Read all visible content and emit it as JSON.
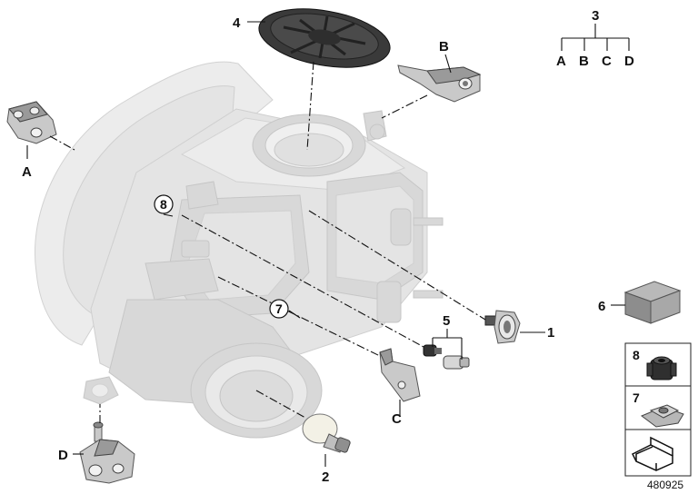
{
  "callouts": {
    "p1": "1",
    "p2": "2",
    "p3": "3",
    "p4": "4",
    "p5": "5",
    "p6": "6",
    "p7": "7",
    "p8": "8",
    "circ7": "7",
    "circ8": "8",
    "A": "A",
    "B": "B",
    "C": "C",
    "D": "D"
  },
  "tree": {
    "root": "3",
    "children": [
      "A",
      "B",
      "C",
      "D"
    ]
  },
  "legend": {
    "item8": "8",
    "item7": "7"
  },
  "reference_number": "480925",
  "colors": {
    "housing": "#e4e4e4",
    "part": "#9a9a9a",
    "line": "#111111"
  }
}
